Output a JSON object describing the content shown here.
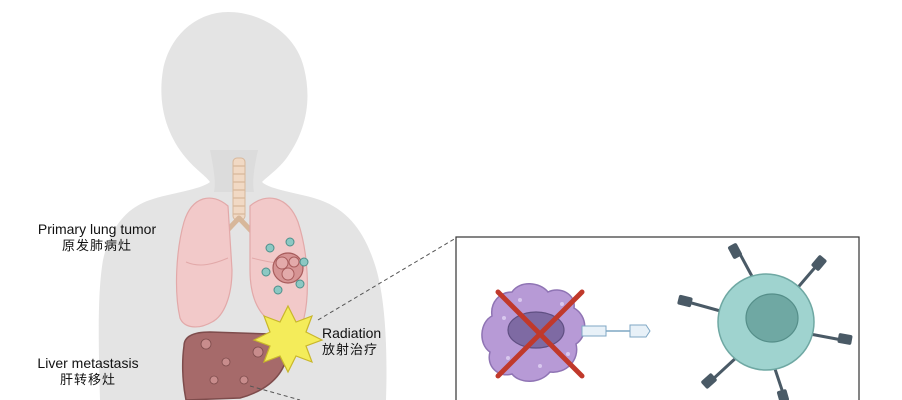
{
  "labels": {
    "primary_tumor": {
      "en": "Primary lung tumor",
      "cn": "原发肺病灶"
    },
    "radiation": {
      "en": "Radiation",
      "cn": "放射治疗"
    },
    "liver_metastasis": {
      "en": "Liver metastasis",
      "cn": "肝转移灶"
    }
  },
  "colors": {
    "body_silhouette": "#e4e4e4",
    "lung": "#f2c9c9",
    "tumor": "#c98585",
    "liver": "#a66a6a",
    "radiation_burst": "#f4ec5a",
    "inset_border": "#333333",
    "dead_cell": "#b79ad6",
    "dead_nucleus": "#7e6aa3",
    "cross": "#c0392b",
    "t_cell": "#9fd3cf",
    "t_cell_nucleus": "#6fa8a3",
    "receptor": "#4a5a66",
    "virus_particle": "#5aa5a0"
  },
  "icons": [
    "human-silhouette",
    "lungs",
    "trachea",
    "tumor-mass",
    "liver",
    "radiation-burst",
    "dead-cell-crossed",
    "antigen-probe",
    "t-cell"
  ]
}
